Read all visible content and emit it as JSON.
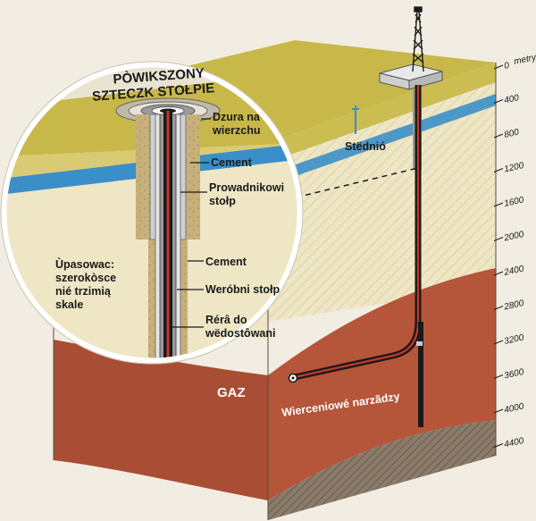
{
  "title_line1": "PÒWIKSZONY",
  "title_line2": "SZTECZK STOŁPIE",
  "labels": {
    "dzura_line1": "Dzura na",
    "dzura_line2": "wierzchu",
    "cement_top": "Cement",
    "prowadnikowi_line1": "Prowadnikowi",
    "prowadnikowi_line2": "stołp",
    "cement_mid": "Cement",
    "werobni": "Weróbni stołp",
    "rera_line1": "Rérâ do",
    "rera_line2": "wëdostôwani",
    "upasowac_line1": "Ùpasowac:",
    "upasowac_line2": "szerokòsce",
    "upasowac_line3": "nié trzimią",
    "upasowac_line4": "skale",
    "stednio": "Stëdnió",
    "gaz": "GAZ",
    "wierceniowe": "Wierceniowé narzãdzy"
  },
  "depth_scale": {
    "unit": "metry",
    "ticks": [
      "0",
      "400",
      "800",
      "1200",
      "1600",
      "2000",
      "2400",
      "2800",
      "3200",
      "3600",
      "4000",
      "4400"
    ]
  },
  "colors": {
    "background": "#f2ede2",
    "top_soil": "#c8b84a",
    "aquifer": "#3b8fc8",
    "sandstone": "#eee6c4",
    "gas_shale": "#b5553a",
    "deep_rock": "#7a6c5e",
    "casing": "#9a9a9a",
    "pipe": "#1a1a1a",
    "pipe_red": "#c0392b",
    "magnifier_border": "#ffffff"
  },
  "icons": [
    "drilling-rig-icon",
    "drill-bit-icon"
  ]
}
